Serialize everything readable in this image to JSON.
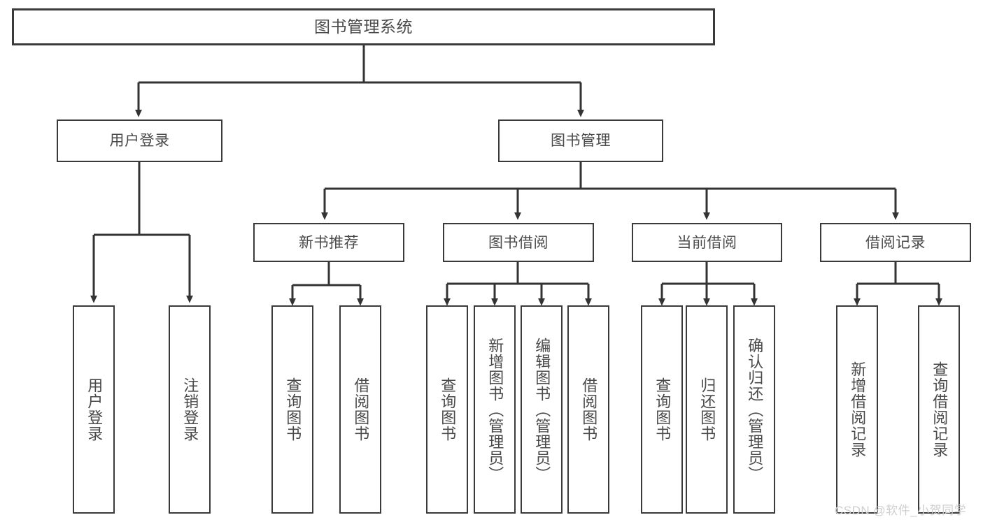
{
  "diagram": {
    "title": "图书管理系统",
    "type": "hierarchy-tree",
    "watermark": "CSDN @软件_小贺同学",
    "colors": {
      "box_border": "#3a3a3a",
      "box_fill": "#ffffff",
      "connector": "#333333",
      "text": "#4a4a4a",
      "watermark": "#cfcfcf"
    },
    "levels": {
      "root": {
        "label": "图书管理系统"
      },
      "level2": [
        {
          "label": "用户登录"
        },
        {
          "label": "图书管理"
        }
      ],
      "level3": [
        {
          "label": "新书推荐"
        },
        {
          "label": "图书借阅"
        },
        {
          "label": "当前借阅"
        },
        {
          "label": "借阅记录"
        }
      ]
    },
    "nodes": {
      "root": "图书管理系统",
      "user_login": "用户登录",
      "book_manage": "图书管理",
      "new_book_rec": "新书推荐",
      "book_borrow": "图书借阅",
      "current_borrow": "当前借阅",
      "borrow_record": "借阅记录"
    },
    "leaves": {
      "user_login": [
        "用户登录",
        "注销登录"
      ],
      "new_book_rec": [
        "查询图书",
        "借阅图书"
      ],
      "book_borrow": [
        "查询图书",
        "新增图书（管理员）",
        "编辑图书（管理员）",
        "借阅图书"
      ],
      "current_borrow": [
        "查询图书",
        "归还图书",
        "确认归还（管理员）"
      ],
      "borrow_record": [
        "新增借阅记录",
        "查询借阅记录"
      ]
    }
  }
}
